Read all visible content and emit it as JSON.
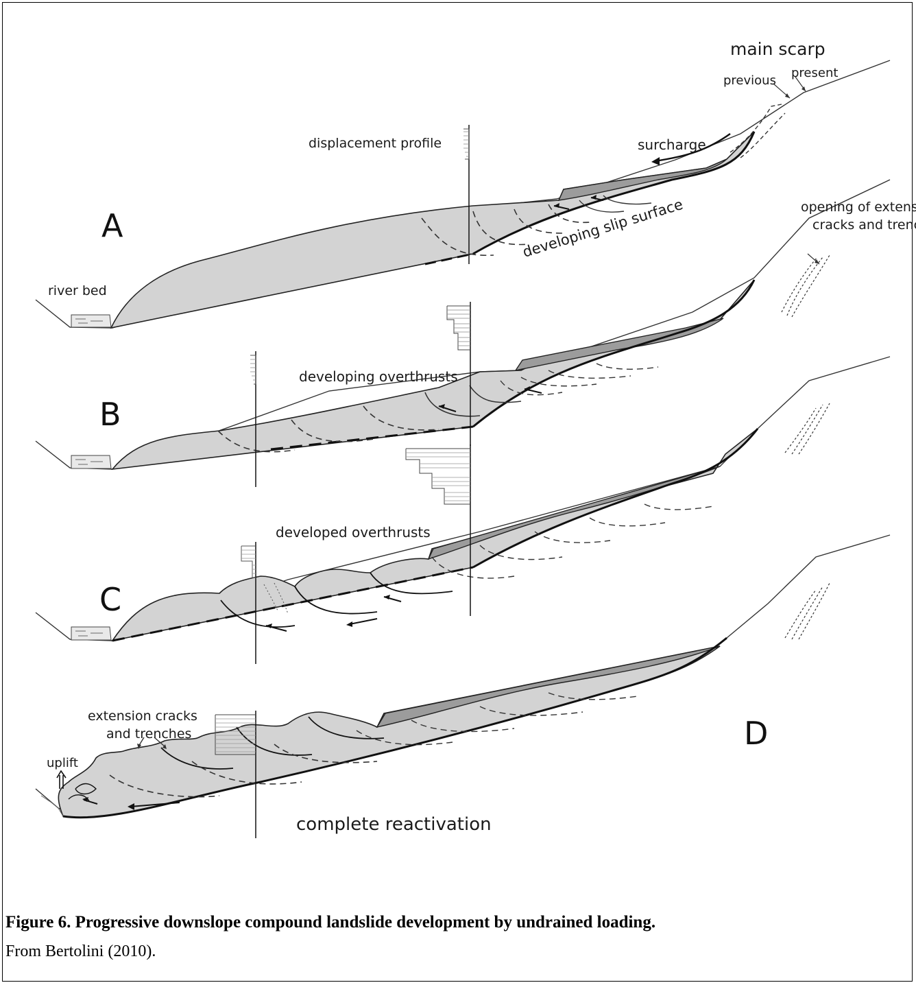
{
  "panels": {
    "A": {
      "letter": "A",
      "labels": {
        "main_scarp": "main scarp",
        "previous": "previous",
        "present": "present",
        "displacement_profile": "displacement profile",
        "surcharge": "surcharge",
        "slip_surface": "developing slip surface",
        "river_bed": "river bed"
      }
    },
    "B": {
      "letter": "B",
      "labels": {
        "extension_cracks": "opening of extension cracks and trenches",
        "overthrusts": "developing overthrusts"
      }
    },
    "C": {
      "letter": "C",
      "labels": {
        "overthrusts": "developed overthrusts"
      }
    },
    "D": {
      "letter": "D",
      "labels": {
        "cracks": "extension cracks and trenches",
        "uplift": "uplift",
        "reactivation": "complete reactivation"
      }
    }
  },
  "caption": {
    "title": "Figure 6. Progressive downslope compound landslide development by undrained loading.",
    "source": "From Bertolini (2010)."
  }
}
